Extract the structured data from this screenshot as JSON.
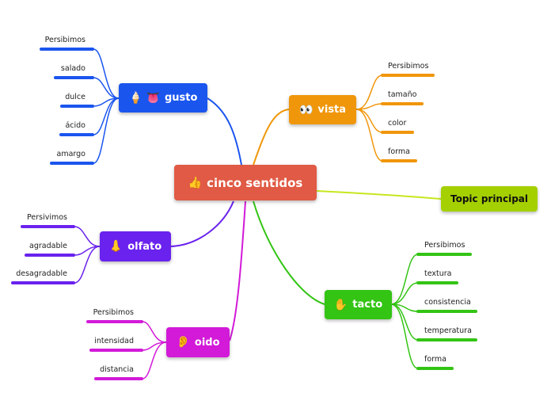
{
  "central": {
    "label": "cinco sentidos",
    "emoji": "👍",
    "color": "#e05a45"
  },
  "topic_principal": {
    "label": "Topic principal",
    "color": "#a5d000"
  },
  "branches": {
    "gusto": {
      "label": "gusto",
      "emoji": "🍦 👅",
      "color": "#1a55ee",
      "leaves": [
        "Persibimos",
        "salado",
        "dulce",
        "ácido",
        "amargo"
      ]
    },
    "vista": {
      "label": "vista",
      "emoji": "👀",
      "color": "#f0960a",
      "leaves": [
        "Persibimos",
        "tamaño",
        "color",
        "forma"
      ]
    },
    "olfato": {
      "label": "olfato",
      "emoji": "👃",
      "color": "#6a22ee",
      "leaves": [
        "Persivimos",
        "agradable",
        "desagradable"
      ]
    },
    "tacto": {
      "label": "tacto",
      "emoji": "✋",
      "color": "#33c414",
      "leaves": [
        "Persibimos",
        "textura",
        "consistencia",
        "temperatura",
        "forma"
      ]
    },
    "oido": {
      "label": "oido",
      "emoji": "👂",
      "color": "#d21ad8",
      "leaves": [
        "Persibimos",
        "intensidad",
        "distancia"
      ]
    }
  }
}
